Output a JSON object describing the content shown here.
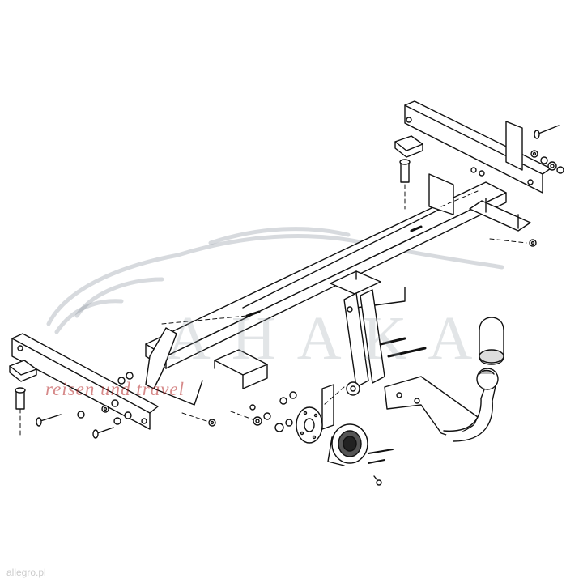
{
  "watermark": {
    "brand": "AHAKA",
    "subtitle": "reisen und travel",
    "footer": "allegro.pl",
    "brand_color": "#9aa4ae",
    "subtitle_color": "#b42828"
  },
  "diagram": {
    "subject": "tow-bar-assembly-exploded-view",
    "line_color": "#111111"
  }
}
